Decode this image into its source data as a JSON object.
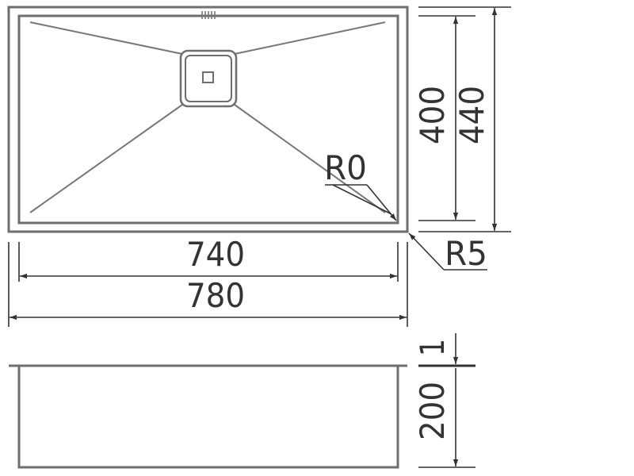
{
  "colors": {
    "background": "#ffffff",
    "outline": "#6e6e6e",
    "dimension_line": "#333333",
    "dimension_text": "#333333"
  },
  "top_view": {
    "inner_width": "740",
    "outer_width": "780",
    "inner_depth": "400",
    "outer_depth": "440",
    "inner_corner_radius": "R0",
    "outer_corner_radius": "R5"
  },
  "side_view": {
    "rim_thickness": "1",
    "bowl_depth": "200"
  },
  "icons": {
    "drain": "square-drain-icon",
    "overflow": "overflow-slots-icon"
  }
}
